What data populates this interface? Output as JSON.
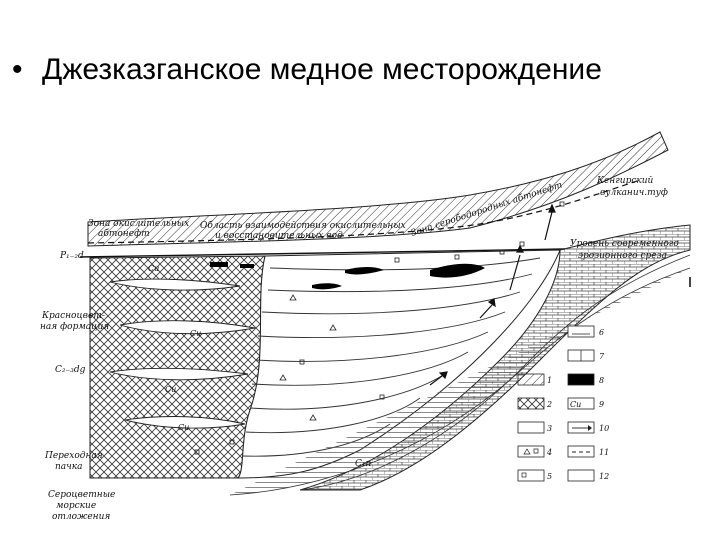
{
  "slide": {
    "bullet": "•",
    "title": "Джезказганское медное месторождение"
  },
  "figure": {
    "labels": {
      "zone_oxidation": "Зона окислительных",
      "zone_oxidation_2": "абтонефт",
      "area_interaction": "Область взаимодействия окислительных",
      "area_interaction_2": "и восстановительных вод",
      "zone_reduction": "Зона серободородных абтонефт",
      "kengir_tuff": "Кенгирский",
      "kengir_tuff_2": "вулканич.туф",
      "erosion_level": "Уровень современного",
      "erosion_level_2": "эрозионного среза",
      "p_stratum": "P₁₋₂d",
      "red_formation": "Красноцвет-",
      "red_formation_2": "ная формация",
      "c_stratum": "C₂₋₃dg",
      "transitional": "Переходная",
      "transitional_2": "пачка",
      "gray_formation": "Сероцветные",
      "gray_formation_2": "морские",
      "gray_formation_3": "отложения",
      "c1n": "C₁n",
      "cu": "Cu"
    },
    "legend": [
      {
        "num": "1"
      },
      {
        "num": "2"
      },
      {
        "num": "3"
      },
      {
        "num": "4"
      },
      {
        "num": "5"
      },
      {
        "num": "6"
      },
      {
        "num": "7"
      },
      {
        "num": "8"
      },
      {
        "num": "9"
      },
      {
        "num": "10"
      },
      {
        "num": "11"
      },
      {
        "num": "12"
      }
    ]
  }
}
